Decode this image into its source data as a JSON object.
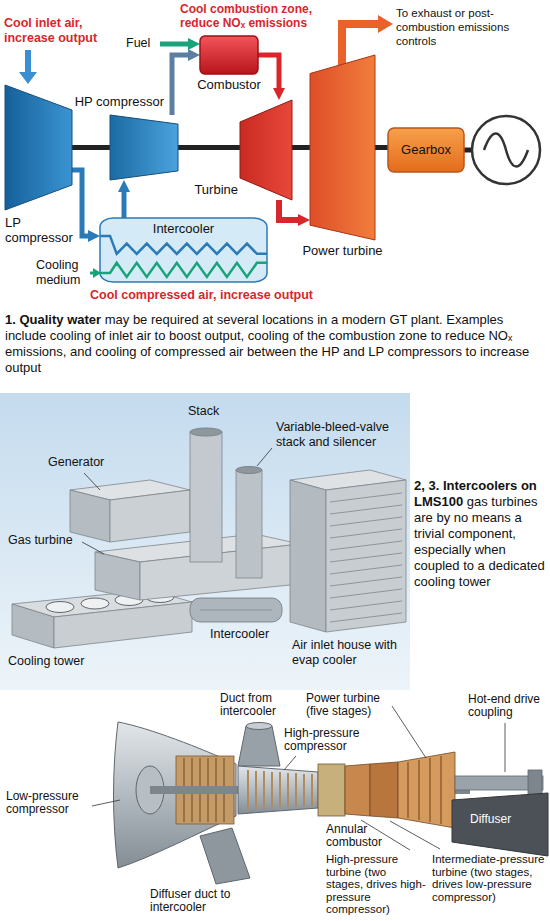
{
  "diagram": {
    "nodes": [
      {
        "text": [
          "LP compressor"
        ]
      },
      {
        "text": [
          "HP compressor"
        ]
      },
      {
        "text": [
          "Combustor"
        ]
      },
      {
        "text": [
          "Turbine"
        ]
      },
      {
        "text": [
          "Power turbine"
        ]
      },
      {
        "text": [
          "Gearbox"
        ]
      },
      {
        "text": [
          "Intercooler"
        ]
      }
    ],
    "edges": [
      {
        "from": 0,
        "to": 6,
        "arrow": "to"
      },
      {
        "from": 6,
        "to": 1,
        "arrow": "to"
      },
      {
        "from": 1,
        "to": 2,
        "arrow": "to"
      },
      {
        "from": 2,
        "to": 3,
        "arrow": "to"
      },
      {
        "from": 3,
        "to": 4,
        "arrow": "to"
      },
      {
        "from": 0,
        "to": 1,
        "arrow": "none"
      },
      {
        "from": 1,
        "to": 3,
        "arrow": "none"
      },
      {
        "from": 4,
        "to": 5,
        "arrow": "none"
      }
    ],
    "labels": [
      "Cool inlet air, increase output",
      "Cool combustion zone, reduce NOₓ emissions",
      "Fuel",
      "To exhaust or post-combustion emissions controls",
      "Cooling medium",
      "Cool compressed air, increase output",
      "1. Quality water",
      "may be required at several locations in a modern GT plant. Examples include cooling of inlet air to boost output, cooling of the combustion zone to reduce NOₓ emissions, and cooling of compressed air between the HP and LP compressors to increase output",
      "Stack",
      "Variable-bleed-valve stack and silencer",
      "Generator",
      "Gas turbine",
      "Intercooler",
      "Air inlet house with evap cooler",
      "Cooling tower",
      "2, 3. Intercoolers on LMS100",
      "gas turbines are by no means a trivial component, especially when coupled to a dedicated cooling tower",
      "Duct from intercooler",
      "Power turbine (five stages)",
      "Hot-end drive coupling",
      "High-pressure compressor",
      "Low-pressure compressor",
      "Diffuser",
      "Annular combustor",
      "High-pressure turbine (two stages, drives high-pressure compressor)",
      "Intermediate-pressure turbine (two stages, drives low-pressure compressor)",
      "Diffuser duct to intercooler"
    ]
  }
}
